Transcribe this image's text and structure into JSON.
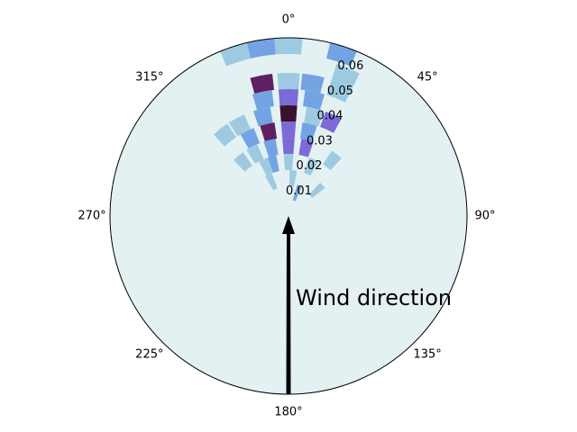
{
  "chart_data": {
    "type": "heatmap",
    "projection": "polar",
    "theta_zero": "top",
    "theta_direction": "clockwise",
    "theta_ticks": [
      "0°",
      "45°",
      "90°",
      "135°",
      "180°",
      "225°",
      "270°",
      "315°"
    ],
    "r_ticks": [
      0.01,
      0.02,
      0.03,
      0.04,
      0.05,
      0.06
    ],
    "r_tick_labels": [
      "0.01",
      "0.02",
      "0.03",
      "0.04",
      "0.05",
      "0.06"
    ],
    "rlim": [
      0,
      0.066
    ],
    "r_label_angle_deg": 22.5,
    "theta_grid": false,
    "r_grid": false,
    "background_color": "#e4f1f2",
    "colors": {
      "level0": "#e4f1f2",
      "level1": "#9ecae1",
      "level2": "#74a3e3",
      "level3": "#7b6bd6",
      "level4": "#5f1f63",
      "level5": "#3a1230"
    },
    "bin_width_r": 0.006,
    "bin_width_theta_deg": 9,
    "bins": [
      {
        "theta": 0,
        "r": 0.063,
        "level": 1
      },
      {
        "theta": -9,
        "r": 0.063,
        "level": 2
      },
      {
        "theta": -18,
        "r": 0.063,
        "level": 1
      },
      {
        "theta": 18,
        "r": 0.063,
        "level": 2
      },
      {
        "theta": 22,
        "r": 0.056,
        "level": 1
      },
      {
        "theta": 22,
        "r": 0.05,
        "level": 1
      },
      {
        "theta": 0,
        "r": 0.05,
        "level": 1
      },
      {
        "theta": 10,
        "r": 0.05,
        "level": 2
      },
      {
        "theta": -11,
        "r": 0.05,
        "level": 4
      },
      {
        "theta": 0,
        "r": 0.044,
        "level": 3
      },
      {
        "theta": 12,
        "r": 0.044,
        "level": 2
      },
      {
        "theta": -12,
        "r": 0.044,
        "level": 2
      },
      {
        "theta": 0,
        "r": 0.038,
        "level": 5
      },
      {
        "theta": 14,
        "r": 0.038,
        "level": 1
      },
      {
        "theta": 24,
        "r": 0.038,
        "level": 3
      },
      {
        "theta": -14,
        "r": 0.038,
        "level": 2
      },
      {
        "theta": -28,
        "r": 0.038,
        "level": 1
      },
      {
        "theta": -38,
        "r": 0.038,
        "level": 1
      },
      {
        "theta": 0,
        "r": 0.032,
        "level": 3
      },
      {
        "theta": 13,
        "r": 0.032,
        "level": 2
      },
      {
        "theta": -13,
        "r": 0.032,
        "level": 4
      },
      {
        "theta": -26,
        "r": 0.032,
        "level": 2
      },
      {
        "theta": 0,
        "r": 0.026,
        "level": 3
      },
      {
        "theta": 14,
        "r": 0.026,
        "level": 3
      },
      {
        "theta": -14,
        "r": 0.026,
        "level": 2
      },
      {
        "theta": -28,
        "r": 0.026,
        "level": 1
      },
      {
        "theta": -40,
        "r": 0.026,
        "level": 1
      },
      {
        "theta": 38,
        "r": 0.026,
        "level": 1
      },
      {
        "theta": 0,
        "r": 0.02,
        "level": 1
      },
      {
        "theta": -16,
        "r": 0.02,
        "level": 2
      },
      {
        "theta": -24,
        "r": 0.02,
        "level": 1
      },
      {
        "theta": 24,
        "r": 0.02,
        "level": 1
      },
      {
        "theta": -26,
        "r": 0.014,
        "level": 1
      },
      {
        "theta": 6,
        "r": 0.014,
        "level": 1
      },
      {
        "theta": 48,
        "r": 0.014,
        "level": 1
      },
      {
        "theta": 20,
        "r": 0.009,
        "level": 2
      }
    ],
    "annotation": {
      "text": "Wind direction",
      "arrow_from": {
        "theta": 180,
        "r": 0.066
      },
      "arrow_to": {
        "theta": 0,
        "r": 0
      }
    }
  }
}
